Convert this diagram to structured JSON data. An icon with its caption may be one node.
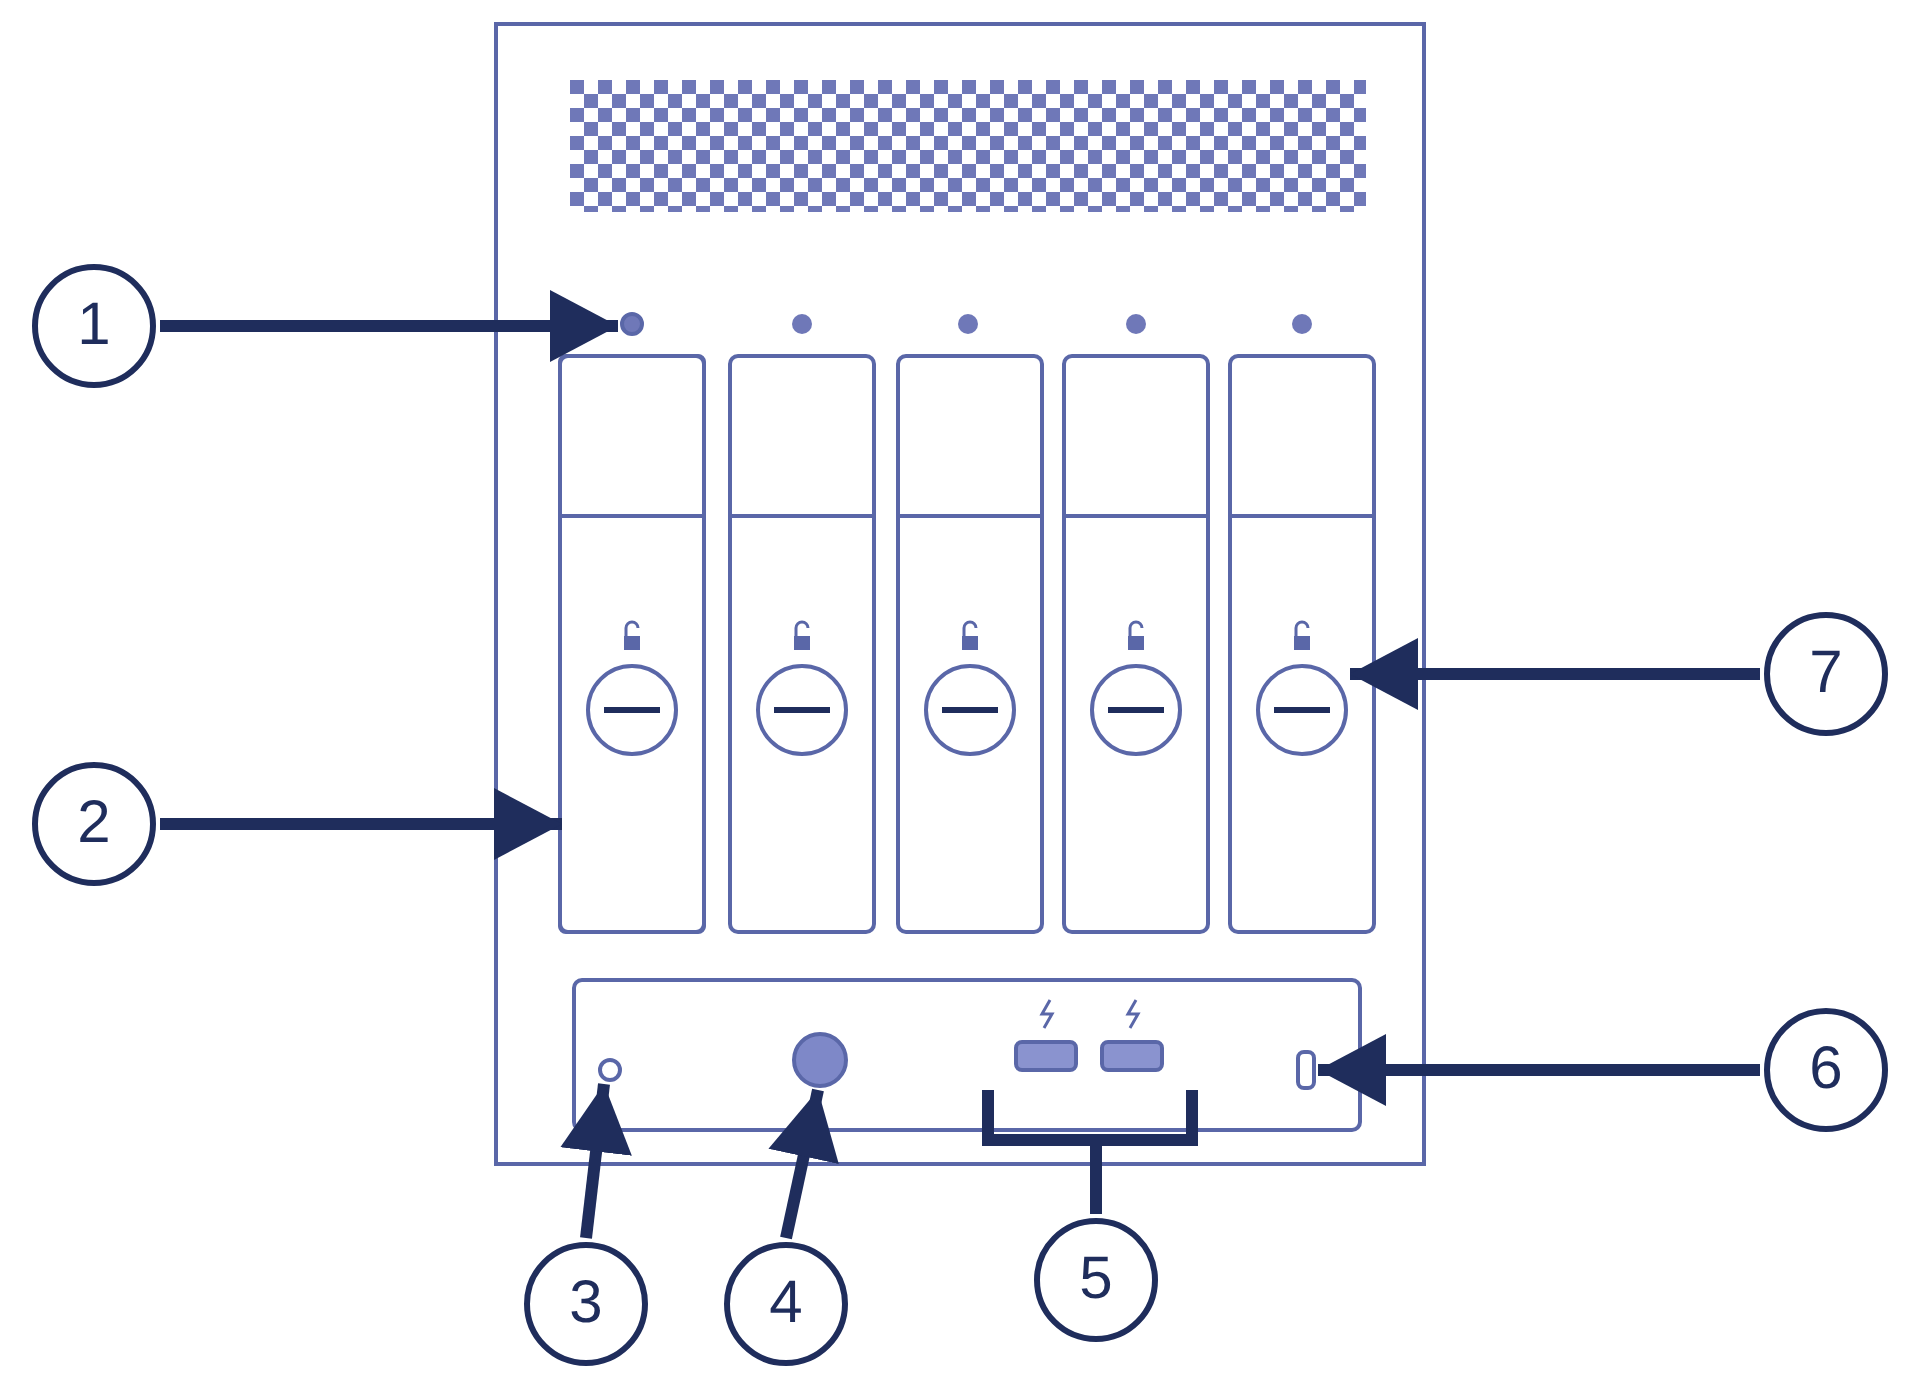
{
  "diagram": {
    "nodes": [
      {
        "text": [
          "1"
        ]
      },
      {
        "text": [],
        "shape": "circle"
      },
      {
        "text": [
          "2"
        ]
      },
      {
        "text": [],
        "shape": "box"
      },
      {
        "text": [
          "3"
        ]
      },
      {
        "text": [],
        "shape": "circle"
      },
      {
        "text": [
          "4"
        ]
      },
      {
        "text": [],
        "shape": "circle"
      },
      {
        "text": [
          "5"
        ]
      },
      {
        "text": [],
        "shape": "box"
      },
      {
        "text": [],
        "shape": "box"
      },
      {
        "text": [
          "6"
        ]
      },
      {
        "text": [],
        "shape": "box"
      },
      {
        "text": [
          "7"
        ]
      },
      {
        "text": [],
        "shape": "circle"
      }
    ],
    "edges": [
      {
        "from": 0,
        "to": 1,
        "arrow": "to"
      },
      {
        "from": 2,
        "to": 3,
        "arrow": "to"
      },
      {
        "from": 4,
        "to": 5,
        "arrow": "to"
      },
      {
        "from": 6,
        "to": 7,
        "arrow": "to"
      },
      {
        "from": 8,
        "to": 9,
        "arrow": "none"
      },
      {
        "from": 8,
        "to": 10,
        "arrow": "none"
      },
      {
        "from": 11,
        "to": 12,
        "arrow": "to"
      },
      {
        "from": 13,
        "to": 14,
        "arrow": "to"
      }
    ]
  }
}
